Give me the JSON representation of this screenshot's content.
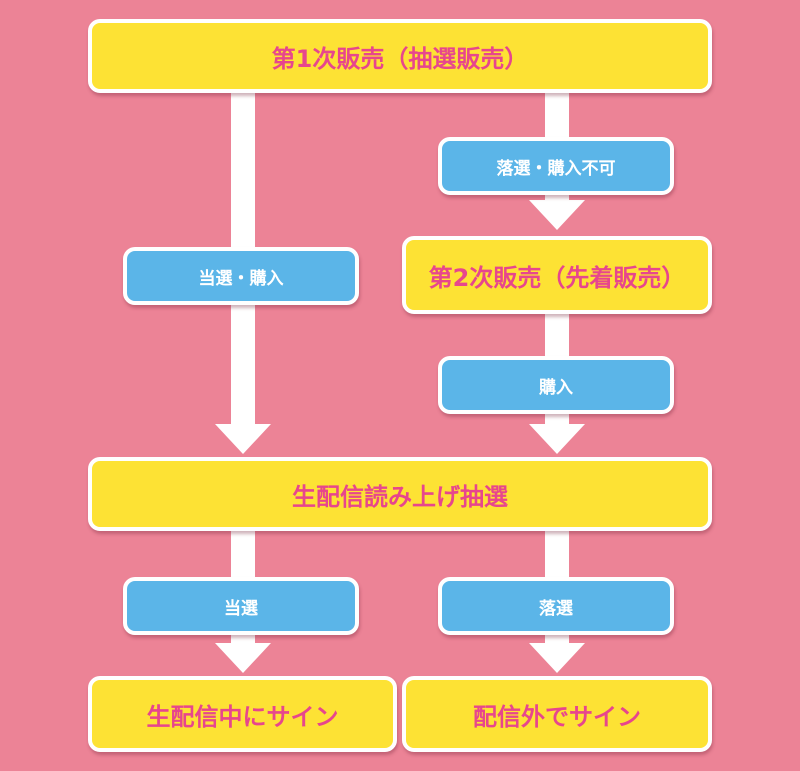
{
  "nodes": {
    "first_sale": "第1次販売（抽選販売）",
    "lost_no_purchase": "落選・購入不可",
    "won_purchase": "当選・購入",
    "second_sale": "第2次販売（先着販売）",
    "purchase": "購入",
    "live_lottery": "生配信読み上げ抽選",
    "won": "当選",
    "lost": "落選",
    "sign_live": "生配信中にサイン",
    "sign_offstream": "配信外でサイン"
  },
  "colors": {
    "background": "#ec8396",
    "yellow": "#fde234",
    "blue": "#5bb5e8",
    "pink_text": "#e7468d"
  }
}
